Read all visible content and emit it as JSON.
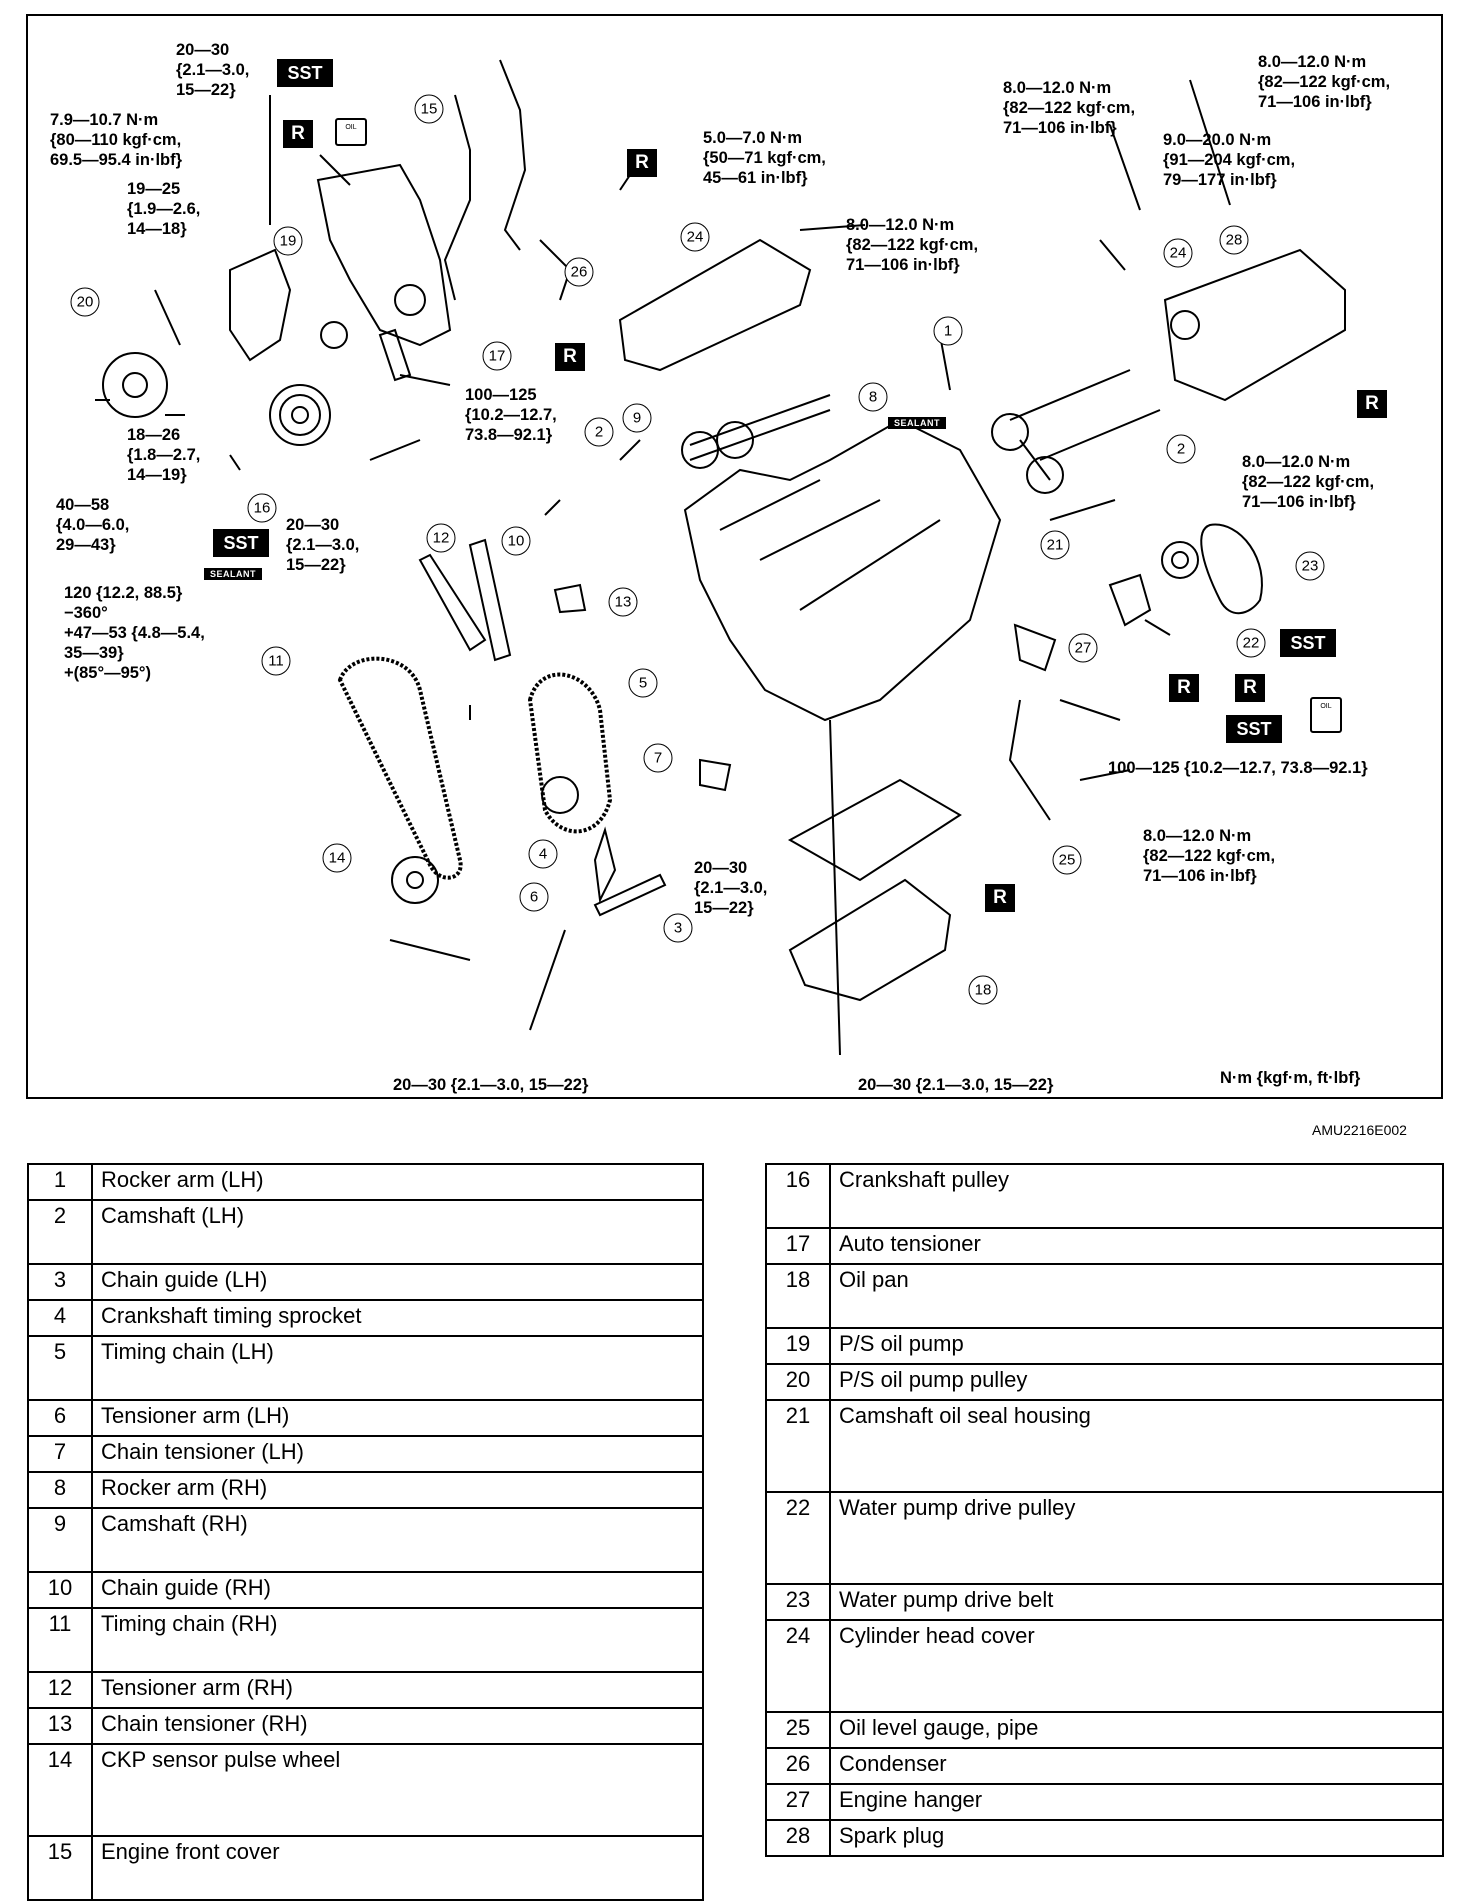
{
  "diagram": {
    "diagram_id": "AMU2216E002",
    "unit_note": "N·m {kgf·m, ft·lbf}",
    "torque_labels": {
      "t_top_bolt": "20—30\n{2.1—3.0,\n15—22}",
      "t_ps_pump_bolt": "7.9—10.7 N·m\n{80—110 kgf·cm,\n69.5—95.4 in·lbf}",
      "t_ps_bracket_bolt": "19—25\n{1.9—2.6,\n14—18}",
      "t_ps_pulley_bolt": "18—26\n{1.8—2.7,\n14—19}",
      "t_pulley_nut": "40—58\n{4.0—6.0,\n29—43}",
      "t_crank_bolt": "120 {12.2, 88.5}\n−360°\n+47—53 {4.8—5.4,\n35—39}\n+(85°—95°)",
      "t_cover_bolt_left": "20—30\n{2.1—3.0,\n15—22}",
      "t_condenser": "5.0—7.0 N·m\n{50—71 kgf·cm,\n45—61 in·lbf}",
      "t_head_cover_lh": "8.0—12.0 N·m\n{82—122 kgf·cm,\n71—106 in·lbf}",
      "t_head_bolt": "100—125\n{10.2—12.7,\n73.8—92.1}",
      "t_rocker_bolt": "8.0—12.0 N·m\n{82—122 kgf·cm,\n71—106 in·lbf}",
      "t_spark_plug": "9.0—20.0 N·m\n{91—204 kgf·cm,\n79—177 in·lbf}",
      "t_head_cover_rh": "8.0—12.0 N·m\n{82—122 kgf·cm,\n71—106 in·lbf}",
      "t_seal_housing": "8.0—12.0 N·m\n{82—122 kgf·cm,\n71—106 in·lbf}",
      "t_hanger": "100—125 {10.2—12.7, 73.8—92.1}",
      "t_gauge": "8.0—12.0 N·m\n{82—122 kgf·cm,\n71—106 in·lbf}",
      "t_tensioner_lh": "20—30\n{2.1—3.0,\n15—22}",
      "t_guide_lh": "20—30 {2.1—3.0, 15—22}",
      "t_oil_pan": "20—30 {2.1—3.0, 15—22}"
    },
    "tags": {
      "r": "R",
      "sst": "SST",
      "sealant": "SEALANT",
      "oil": "OIL"
    },
    "callouts": [
      "1",
      "2",
      "3",
      "4",
      "5",
      "6",
      "7",
      "8",
      "9",
      "10",
      "11",
      "12",
      "13",
      "14",
      "15",
      "16",
      "17",
      "18",
      "19",
      "20",
      "21",
      "22",
      "23",
      "24",
      "25",
      "26",
      "27",
      "28"
    ]
  },
  "parts_left": [
    {
      "num": "1",
      "name": "Rocker arm (LH)"
    },
    {
      "num": "2",
      "name": "Camshaft (LH)"
    },
    {
      "num": "3",
      "name": "Chain guide (LH)"
    },
    {
      "num": "4",
      "name": "Crankshaft timing sprocket"
    },
    {
      "num": "5",
      "name": "Timing chain (LH)"
    },
    {
      "num": "6",
      "name": "Tensioner arm (LH)"
    },
    {
      "num": "7",
      "name": "Chain tensioner (LH)"
    },
    {
      "num": "8",
      "name": "Rocker arm (RH)"
    },
    {
      "num": "9",
      "name": "Camshaft (RH)"
    },
    {
      "num": "10",
      "name": "Chain guide (RH)"
    },
    {
      "num": "11",
      "name": "Timing chain (RH)"
    },
    {
      "num": "12",
      "name": "Tensioner arm (RH)"
    },
    {
      "num": "13",
      "name": "Chain tensioner (RH)"
    },
    {
      "num": "14",
      "name": "CKP sensor pulse wheel"
    },
    {
      "num": "15",
      "name": "Engine front cover"
    }
  ],
  "parts_right": [
    {
      "num": "16",
      "name": "Crankshaft pulley"
    },
    {
      "num": "17",
      "name": "Auto tensioner"
    },
    {
      "num": "18",
      "name": "Oil pan"
    },
    {
      "num": "19",
      "name": "P/S oil pump"
    },
    {
      "num": "20",
      "name": "P/S oil pump pulley"
    },
    {
      "num": "21",
      "name": "Camshaft oil seal housing"
    },
    {
      "num": "22",
      "name": "Water pump drive pulley"
    },
    {
      "num": "23",
      "name": "Water pump drive belt"
    },
    {
      "num": "24",
      "name": "Cylinder head cover"
    },
    {
      "num": "25",
      "name": "Oil level gauge, pipe"
    },
    {
      "num": "26",
      "name": "Condenser"
    },
    {
      "num": "27",
      "name": "Engine hanger"
    },
    {
      "num": "28",
      "name": "Spark plug"
    }
  ]
}
